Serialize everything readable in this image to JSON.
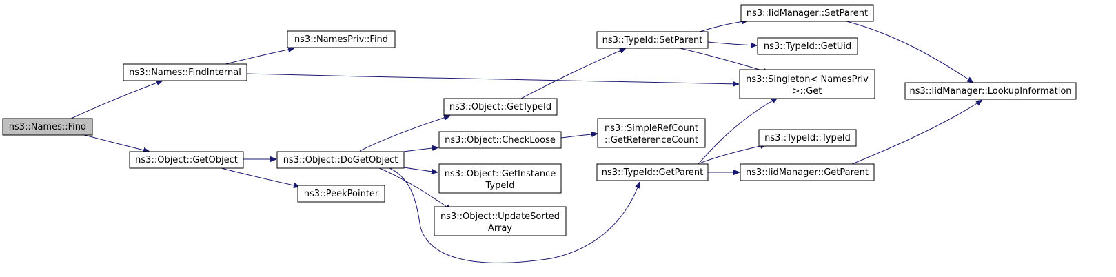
{
  "diagram": {
    "type": "call-graph",
    "edge_color": "#191970",
    "root_fill": "#bfbfbf",
    "nodes": [
      {
        "id": "names_find",
        "lines": [
          "ns3::Names::Find"
        ],
        "root": true
      },
      {
        "id": "names_findinternal",
        "lines": [
          "ns3::Names::FindInternal"
        ]
      },
      {
        "id": "object_getobject",
        "lines": [
          "ns3::Object::GetObject"
        ]
      },
      {
        "id": "namespriv_find",
        "lines": [
          "ns3::NamesPriv::Find"
        ]
      },
      {
        "id": "object_dogetobject",
        "lines": [
          "ns3::Object::DoGetObject"
        ]
      },
      {
        "id": "peekpointer",
        "lines": [
          "ns3::PeekPointer"
        ]
      },
      {
        "id": "object_gettypeid",
        "lines": [
          "ns3::Object::GetTypeId"
        ]
      },
      {
        "id": "object_checkloose",
        "lines": [
          "ns3::Object::CheckLoose"
        ]
      },
      {
        "id": "object_getinstancetypeid",
        "lines": [
          "ns3::Object::GetInstance",
          "TypeId"
        ]
      },
      {
        "id": "object_updatesortedarray",
        "lines": [
          "ns3::Object::UpdateSorted",
          "Array"
        ]
      },
      {
        "id": "typeid_setparent",
        "lines": [
          "ns3::TypeId::SetParent"
        ]
      },
      {
        "id": "simplerefcount_getreferencecount",
        "lines": [
          "ns3::SimpleRefCount",
          "::GetReferenceCount"
        ]
      },
      {
        "id": "typeid_getparent",
        "lines": [
          "ns3::TypeId::GetParent"
        ]
      },
      {
        "id": "iidmanager_setparent",
        "lines": [
          "ns3::IidManager::SetParent"
        ]
      },
      {
        "id": "typeid_getuid",
        "lines": [
          "ns3::TypeId::GetUid"
        ]
      },
      {
        "id": "singleton_get",
        "lines": [
          "ns3::Singleton< NamesPriv",
          " >::Get"
        ]
      },
      {
        "id": "typeid_typeid",
        "lines": [
          "ns3::TypeId::TypeId"
        ]
      },
      {
        "id": "iidmanager_getparent",
        "lines": [
          "ns3::IidManager::GetParent"
        ]
      },
      {
        "id": "iidmanager_lookupinformation",
        "lines": [
          "ns3::IidManager::LookupInformation"
        ]
      }
    ],
    "edges": [
      {
        "from": "names_find",
        "to": "names_findinternal"
      },
      {
        "from": "names_find",
        "to": "object_getobject"
      },
      {
        "from": "names_findinternal",
        "to": "namespriv_find"
      },
      {
        "from": "names_findinternal",
        "to": "singleton_get"
      },
      {
        "from": "object_getobject",
        "to": "object_dogetobject"
      },
      {
        "from": "object_getobject",
        "to": "peekpointer"
      },
      {
        "from": "object_dogetobject",
        "to": "object_gettypeid"
      },
      {
        "from": "object_dogetobject",
        "to": "object_checkloose"
      },
      {
        "from": "object_dogetobject",
        "to": "object_getinstancetypeid"
      },
      {
        "from": "object_dogetobject",
        "to": "object_updatesortedarray"
      },
      {
        "from": "object_dogetobject",
        "to": "typeid_getparent"
      },
      {
        "from": "object_gettypeid",
        "to": "typeid_setparent"
      },
      {
        "from": "object_checkloose",
        "to": "simplerefcount_getreferencecount"
      },
      {
        "from": "typeid_setparent",
        "to": "iidmanager_setparent"
      },
      {
        "from": "typeid_setparent",
        "to": "typeid_getuid"
      },
      {
        "from": "typeid_setparent",
        "to": "singleton_get"
      },
      {
        "from": "typeid_getparent",
        "to": "singleton_get"
      },
      {
        "from": "typeid_getparent",
        "to": "typeid_typeid"
      },
      {
        "from": "typeid_getparent",
        "to": "iidmanager_getparent"
      },
      {
        "from": "iidmanager_setparent",
        "to": "iidmanager_lookupinformation"
      },
      {
        "from": "iidmanager_getparent",
        "to": "iidmanager_lookupinformation"
      }
    ]
  }
}
